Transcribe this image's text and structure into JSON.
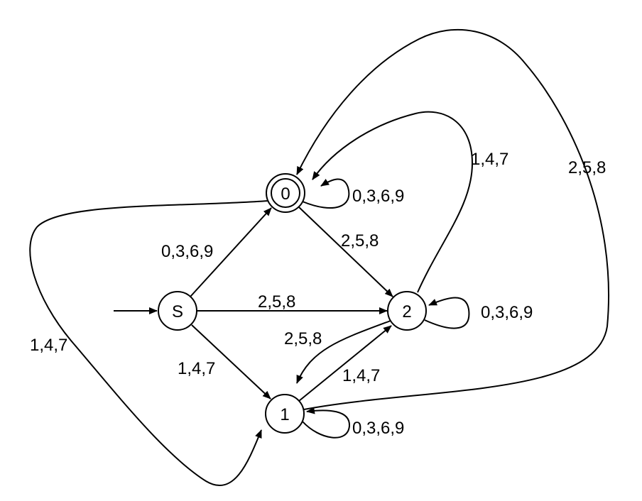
{
  "nodes": {
    "start": {
      "label": "S"
    },
    "q0": {
      "label": "0",
      "accepting": true
    },
    "q1": {
      "label": "1"
    },
    "q2": {
      "label": "2"
    }
  },
  "edges": {
    "s_to_0": "0,3,6,9",
    "s_to_2": "2,5,8",
    "s_to_1": "1,4,7",
    "q0_loop": "0,3,6,9",
    "q0_to_2": "2,5,8",
    "q0_to_1": "1,4,7",
    "q2_loop": "0,3,6,9",
    "q2_to_0": "1,4,7",
    "q2_to_1": "2,5,8",
    "q1_loop": "0,3,6,9",
    "q1_to_2": "1,4,7",
    "q1_to_0": "2,5,8"
  }
}
